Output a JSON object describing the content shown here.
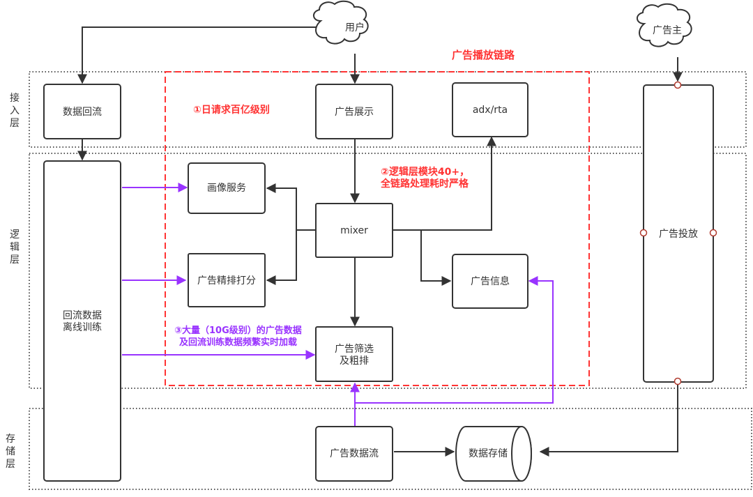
{
  "diagram": {
    "title": "广告播放链路",
    "colors": {
      "stroke": "#333333",
      "highlight_red": "#ff3333",
      "data_purple": "#9933ff",
      "port_red": "#b03a2e",
      "layer_border": "#555555"
    },
    "layers": [
      {
        "id": "access",
        "label": "接入层",
        "chars": [
          "接",
          "入",
          "层"
        ]
      },
      {
        "id": "logic",
        "label": "逻辑层",
        "chars": [
          "逻",
          "辑",
          "层"
        ]
      },
      {
        "id": "storage",
        "label": "存储层",
        "chars": [
          "存",
          "储",
          "层"
        ]
      }
    ],
    "actors": [
      {
        "id": "user",
        "label": "用户"
      },
      {
        "id": "advertiser",
        "label": "广告主"
      }
    ],
    "nodes": {
      "data_reflow": "数据回流",
      "ad_display": "广告展示",
      "adx_rta": "adx/rta",
      "offline_training": [
        "回流数据",
        "离线训练"
      ],
      "profile_service": "画像服务",
      "fine_rank": "广告精排打分",
      "mixer": "mixer",
      "ad_info": "广告信息",
      "ad_filter": [
        "广告筛选",
        "及粗排"
      ],
      "ad_delivery": "广告投放",
      "ad_stream": "广告数据流",
      "data_storage": "数据存储"
    },
    "annotations": {
      "note1": "①日请求百亿级别",
      "note2": [
        "②逻辑层模块40+，",
        "全链路处理耗时严格"
      ],
      "note3": [
        "③大量（10G级别）的广告数据",
        "及回流训练数据频繁实时加载"
      ]
    },
    "edges": [
      {
        "from": "user",
        "to": "data_reflow",
        "color": "dark"
      },
      {
        "from": "user",
        "to": "ad_display",
        "color": "dark"
      },
      {
        "from": "data_reflow",
        "to": "offline_training",
        "color": "dark"
      },
      {
        "from": "ad_display",
        "to": "mixer",
        "color": "dark"
      },
      {
        "from": "mixer",
        "to": "adx_rta",
        "color": "dark"
      },
      {
        "from": "mixer",
        "to": "profile_service",
        "color": "dark"
      },
      {
        "from": "mixer",
        "to": "fine_rank",
        "color": "dark"
      },
      {
        "from": "mixer",
        "to": "ad_info",
        "color": "dark"
      },
      {
        "from": "mixer",
        "to": "ad_filter",
        "color": "dark"
      },
      {
        "from": "offline_training",
        "to": "profile_service",
        "color": "purple"
      },
      {
        "from": "offline_training",
        "to": "fine_rank",
        "color": "purple"
      },
      {
        "from": "offline_training",
        "to": "ad_filter",
        "color": "purple"
      },
      {
        "from": "ad_stream",
        "to": "ad_filter",
        "color": "purple"
      },
      {
        "from": "ad_stream",
        "to": "ad_info",
        "color": "purple"
      },
      {
        "from": "ad_stream",
        "to": "data_storage",
        "color": "dark"
      },
      {
        "from": "advertiser",
        "to": "ad_delivery",
        "color": "dark"
      },
      {
        "from": "ad_delivery",
        "to": "data_storage",
        "color": "dark"
      }
    ]
  }
}
